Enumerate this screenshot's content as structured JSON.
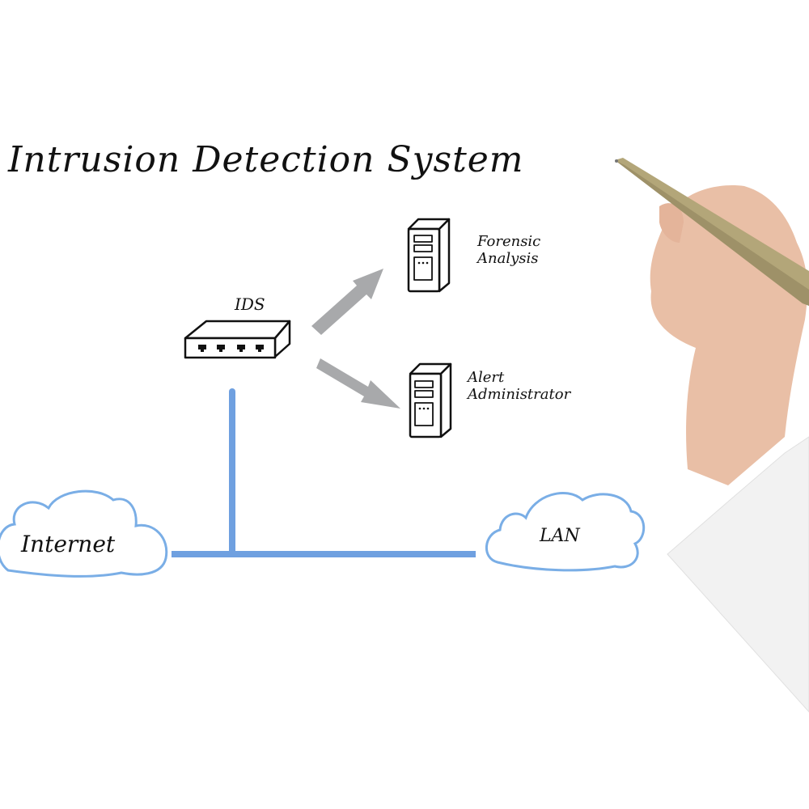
{
  "diagram": {
    "title": "Intrusion Detection System",
    "nodes": {
      "ids": {
        "label": "IDS",
        "icon": "network-switch-icon"
      },
      "forensic": {
        "line1": "Forensic",
        "line2": "Analysis",
        "icon": "server-tower-icon"
      },
      "alert": {
        "line1": "Alert",
        "line2": "Administrator",
        "icon": "server-tower-icon"
      },
      "internet": {
        "label": "Internet",
        "icon": "cloud-icon"
      },
      "lan": {
        "label": "LAN",
        "icon": "cloud-icon"
      }
    },
    "edges": [
      {
        "from": "IDS",
        "to": "Forensic Analysis",
        "style": "arrow"
      },
      {
        "from": "IDS",
        "to": "Alert Administrator",
        "style": "arrow"
      },
      {
        "from": "Internet",
        "to": "LAN",
        "style": "line"
      },
      {
        "from": "IDS",
        "to": "Internet-LAN link",
        "style": "line"
      }
    ],
    "colors": {
      "link": "#6fa0e0",
      "cloud": "#7aaee6",
      "arrow": "#a8a9ab",
      "ink": "#111111",
      "pen": "#b3a679",
      "skin": "#e9bfa6",
      "sleeve": "#f2f2f2"
    }
  }
}
